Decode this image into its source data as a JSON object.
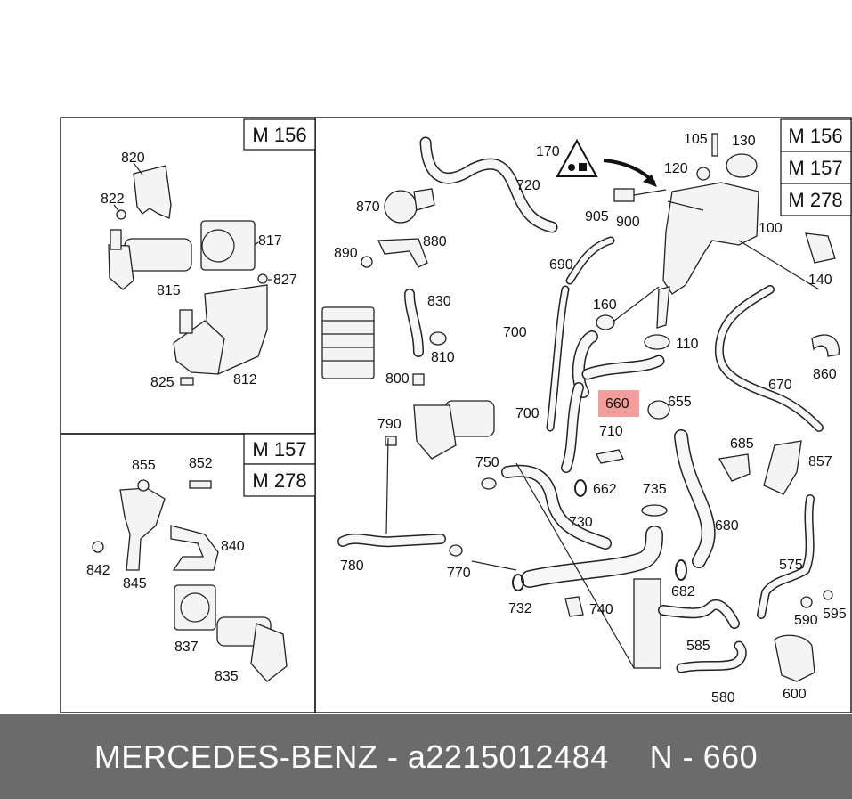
{
  "footer": {
    "brand": "MERCEDES-BENZ",
    "separator": "-",
    "part_number": "a2215012484",
    "ref": "N - 660"
  },
  "model_tags": {
    "left_top": [
      "M 156"
    ],
    "left_bottom": [
      "M 157",
      "M 278"
    ],
    "right": [
      "M 156",
      "M 157",
      "M 278"
    ]
  },
  "callouts": {
    "c820": "820",
    "c822": "822",
    "c817": "817",
    "c815": "815",
    "c827": "827",
    "c825": "825",
    "c812": "812",
    "c855": "855",
    "c852": "852",
    "c840": "840",
    "c842": "842",
    "c845": "845",
    "c837": "837",
    "c835": "835",
    "c170": "170",
    "c720": "720",
    "c870": "870",
    "c880": "880",
    "c890": "890",
    "c105": "105",
    "c130": "130",
    "c120": "120",
    "c905": "905",
    "c900": "900",
    "c100": "100",
    "c140": "140",
    "c690": "690",
    "c830": "830",
    "c810": "810",
    "c160": "160",
    "c700a": "700",
    "c110": "110",
    "c800": "800",
    "c670": "670",
    "c860": "860",
    "c660": "660",
    "c655": "655",
    "c790": "790",
    "c700b": "700",
    "c710": "710",
    "c685": "685",
    "c857": "857",
    "c750": "750",
    "c662": "662",
    "c735": "735",
    "c730": "730",
    "c680": "680",
    "c780": "780",
    "c770": "770",
    "c575": "575",
    "c732": "732",
    "c740": "740",
    "c682": "682",
    "c590": "590",
    "c595": "595",
    "c585": "585",
    "c580": "580",
    "c600": "600"
  },
  "highlight": {
    "part": "660",
    "color": "#f28c8c"
  }
}
